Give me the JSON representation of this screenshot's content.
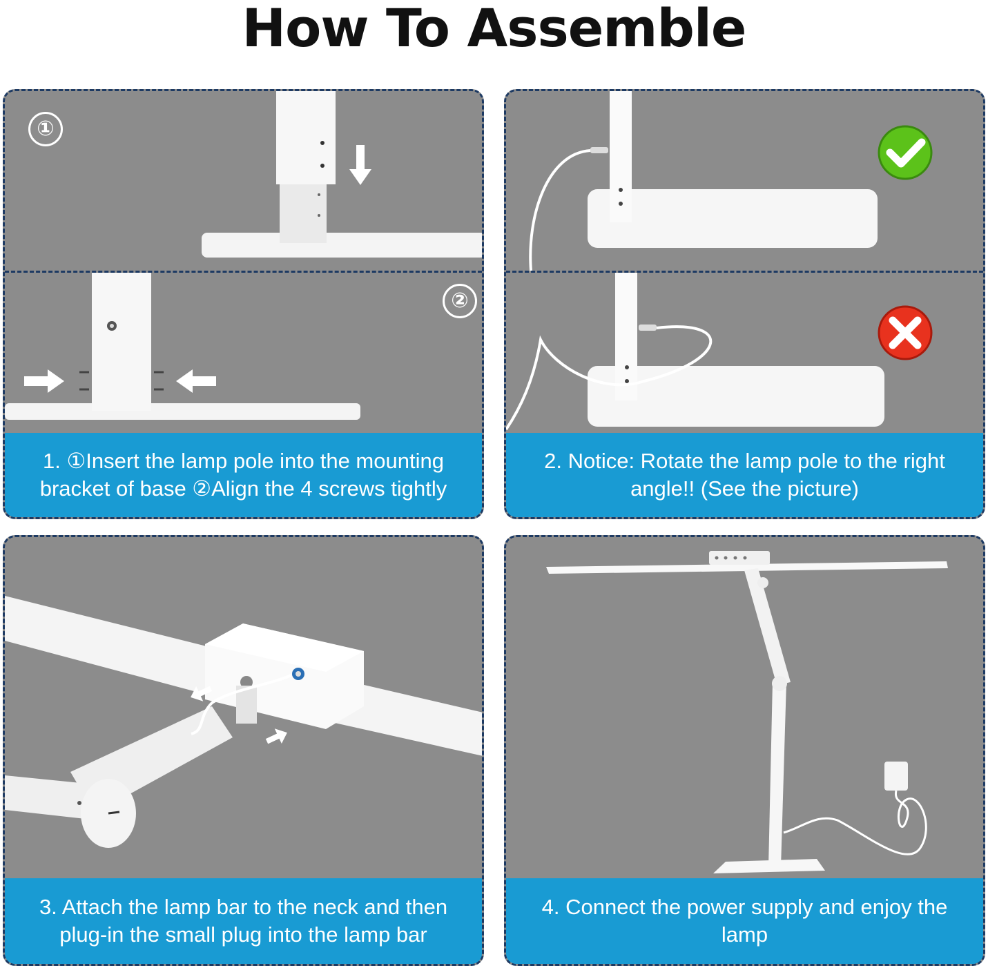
{
  "title": "How To Assemble",
  "step_badges": [
    "①",
    "②"
  ],
  "steps": [
    {
      "line1": "1.  ①Insert the lamp pole into the mounting",
      "line2": "bracket of base ②Align the 4 screws tightly"
    },
    {
      "line1": "2.  Notice: Rotate the lamp pole to the right",
      "line2": "angle!!   (See the picture)"
    },
    {
      "line1": "3.   Attach the lamp bar to the neck and then",
      "line2": "plug-in the small plug into the lamp bar"
    },
    {
      "line1": "4. Connect the power supply and enjoy the",
      "line2": "lamp"
    }
  ],
  "indicators": {
    "correct": "check-icon",
    "wrong": "cross-icon"
  },
  "colors": {
    "panel_bg": "#8c8c8c",
    "caption_bg": "#199bd3",
    "border": "#1d3a63",
    "check": "#5cc21a",
    "cross": "#e8321e"
  }
}
